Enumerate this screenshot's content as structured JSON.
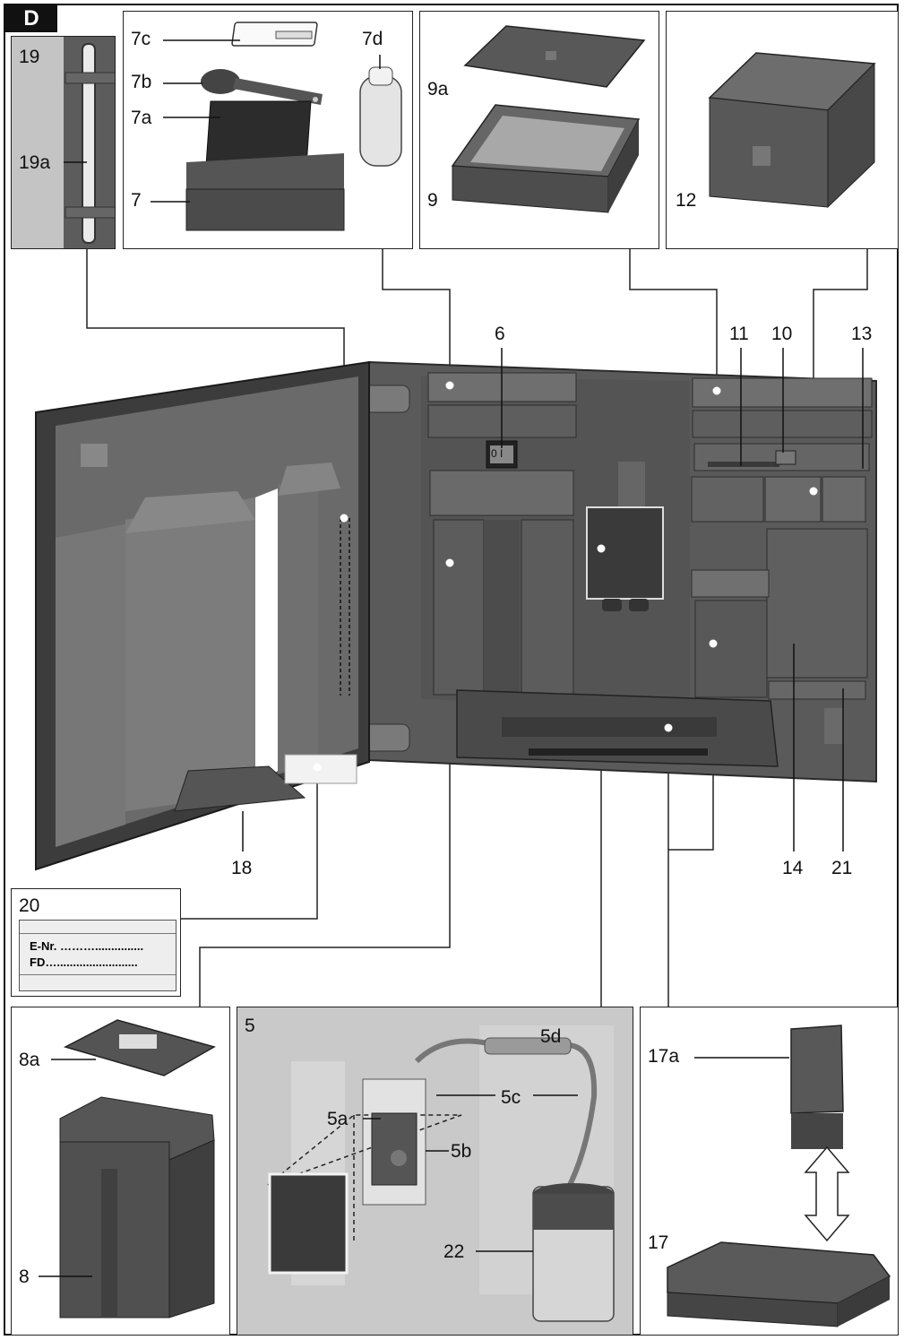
{
  "section_tab": "D",
  "labels": {
    "l19": "19",
    "l19a": "19a",
    "l7c": "7c",
    "l7d": "7d",
    "l7b": "7b",
    "l7a": "7a",
    "l7": "7",
    "l9a": "9a",
    "l9": "9",
    "l12": "12",
    "l6": "6",
    "l11": "11",
    "l10": "10",
    "l13": "13",
    "l18": "18",
    "l14": "14",
    "l21": "21",
    "l20": "20",
    "l8a": "8a",
    "l8": "8",
    "l5": "5",
    "l5d": "5d",
    "l5c": "5c",
    "l5a": "5a",
    "l5b": "5b",
    "l22": "22",
    "l17a": "17a",
    "l17": "17"
  },
  "rating_plate": {
    "line1": "E-Nr. ………...............",
    "line2": "FD…........................."
  },
  "switch_text": "0 I",
  "icons": [
    "door-icon",
    "water-tank-icon",
    "bean-container-icon",
    "descale-icon",
    "milk-icon",
    "cleaning-icon"
  ],
  "colors": {
    "device_dark": "#4f4f4f",
    "device_mid": "#6b6b6b",
    "device_light": "#8c8c8c",
    "panel_bg": "#c8c8c8"
  }
}
